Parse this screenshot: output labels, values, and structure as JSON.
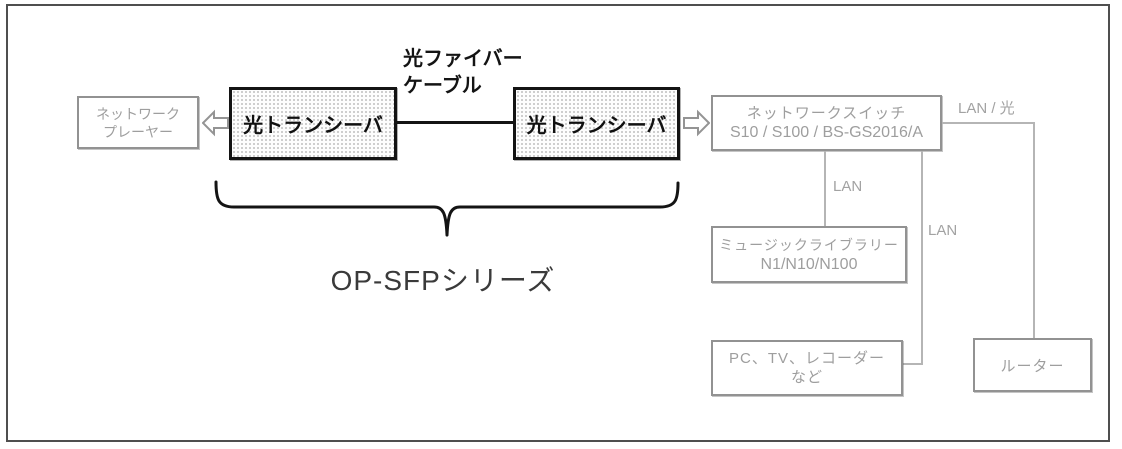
{
  "diagram": {
    "title_context": "OP-SFP optical transceiver connection diagram",
    "player": {
      "line1": "ネットワーク",
      "line2": "プレーヤー"
    },
    "transceiver_left": {
      "label": "光トランシーバ"
    },
    "transceiver_right": {
      "label": "光トランシーバ"
    },
    "cable_label": {
      "line1": "光ファイバー",
      "line2": "ケーブル"
    },
    "switch": {
      "line1": "ネットワークスイッチ",
      "line2": "S10 / S100 / BS-GS2016/A"
    },
    "music_library": {
      "line1": "ミュージックライブラリー",
      "line2": "N1/N10/N100"
    },
    "pc": {
      "line1": "PC、TV、レコーダー",
      "line2": "など"
    },
    "router": {
      "label": "ルーター"
    },
    "wire_labels": {
      "lan_hikari": "LAN / 光",
      "lan1": "LAN",
      "lan2": "LAN"
    },
    "series_label": "OP-SFPシリーズ",
    "colors": {
      "black": "#141414",
      "gray_border": "#929292",
      "gray_text": "#9e9e9e",
      "wire_gray": "#b5b5b5",
      "frame_gray": "#4f4f4f"
    }
  }
}
